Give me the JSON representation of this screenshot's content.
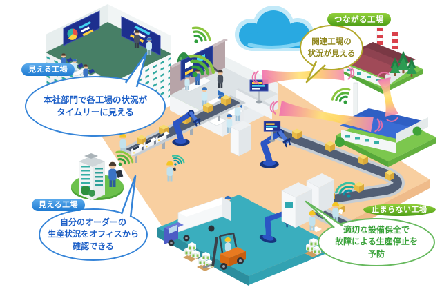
{
  "callouts": [
    {
      "id": "hq-visible",
      "theme": "blue",
      "badge": "見える工場",
      "lines": [
        "本社部門で各工場の状況が",
        "タイムリーに見える"
      ]
    },
    {
      "id": "connected",
      "theme": "olive",
      "badge": "つながる工場",
      "lines": [
        "関連工場の",
        "状況が見える"
      ]
    },
    {
      "id": "office-visible",
      "theme": "blue",
      "badge": "見える工場",
      "lines": [
        "自分のオーダーの",
        "生産状況をオフィスから",
        "確認できる"
      ]
    },
    {
      "id": "non-stop",
      "theme": "green",
      "badge": "止まらない工場",
      "lines": [
        "適切な設備保全で",
        "故障による生産停止を",
        "予防"
      ]
    }
  ],
  "colors": {
    "badge_blue": "#1e7ad2",
    "badge_green": "#4f9f18",
    "bubble_blue_border": "#3584d8",
    "bubble_blue_text": "#1b5ec7",
    "bubble_olive_border": "#b3a82a",
    "bubble_olive_text": "#8f851b",
    "bubble_green_border": "#67b95e",
    "bubble_green_text": "#3aa23a",
    "factory_floor": "#f8cfa0",
    "loading_dock": "#3aaebe",
    "cloud_blue": "#29a9e1",
    "signal_green": "#3fae49",
    "signal_teal": "#0d98a6",
    "beam_pink": "#f173ae",
    "beam_yellow": "#ffe27a",
    "grass_green": "#7cc74e",
    "roof_red": "#8e4250",
    "roof_blue": "#3a6cd4"
  },
  "icons": [
    "wifi-signal-icon",
    "cloud-icon",
    "red-roof-factory-icon",
    "blue-roof-factory-icon",
    "hq-building-icon",
    "office-tower-icon",
    "robot-arm-icon",
    "conveyor-icon",
    "truck-icon",
    "forklift-icon",
    "hanging-monitor-icon",
    "tree-icon",
    "pallet-icon",
    "worker-figure",
    "signal-beam-icon"
  ]
}
